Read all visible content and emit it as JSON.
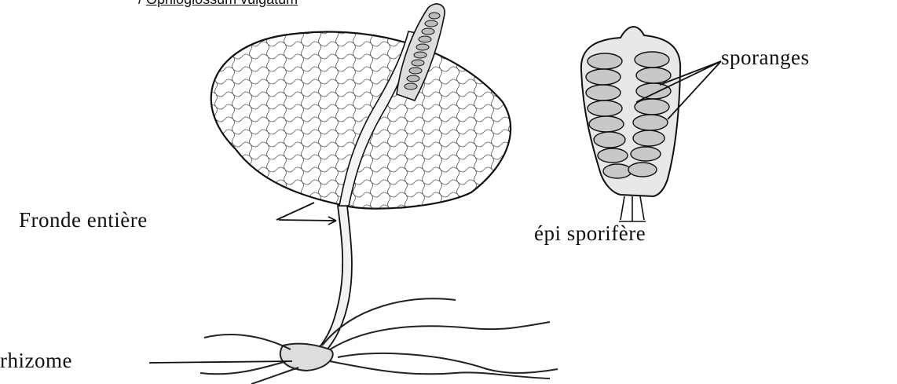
{
  "header": {
    "marker": "/",
    "caption": "Ophioglossum vulgatum"
  },
  "labels": {
    "fronde": "Fronde entière",
    "sporanges": "sporanges",
    "epi": "épi sporifère",
    "rhizome": "rhizome"
  }
}
